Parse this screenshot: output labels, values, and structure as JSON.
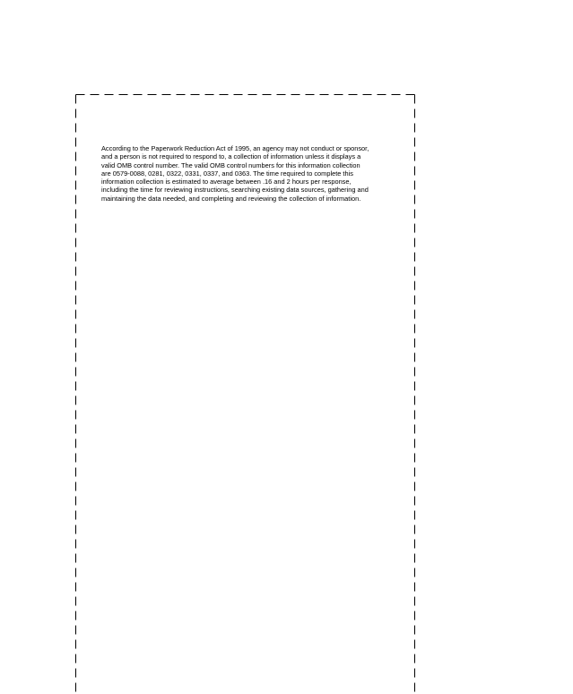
{
  "notice": {
    "lines": [
      "According to the Paperwork Reduction Act of 1995, an agency may not conduct or sponsor,",
      "and a person is not required to respond to, a collection of information unless it displays a",
      "valid OMB control number.  The valid OMB control numbers for this information collection",
      "are 0579-0088, 0281, 0322, 0331, 0337, and 0363.  The time required to complete this",
      "information collection is estimated to average between .16 and 2 hours per response,",
      "including the time for reviewing instructions, searching existing data sources, gathering and",
      "maintaining the data needed, and completing and reviewing the collection of information."
    ]
  }
}
